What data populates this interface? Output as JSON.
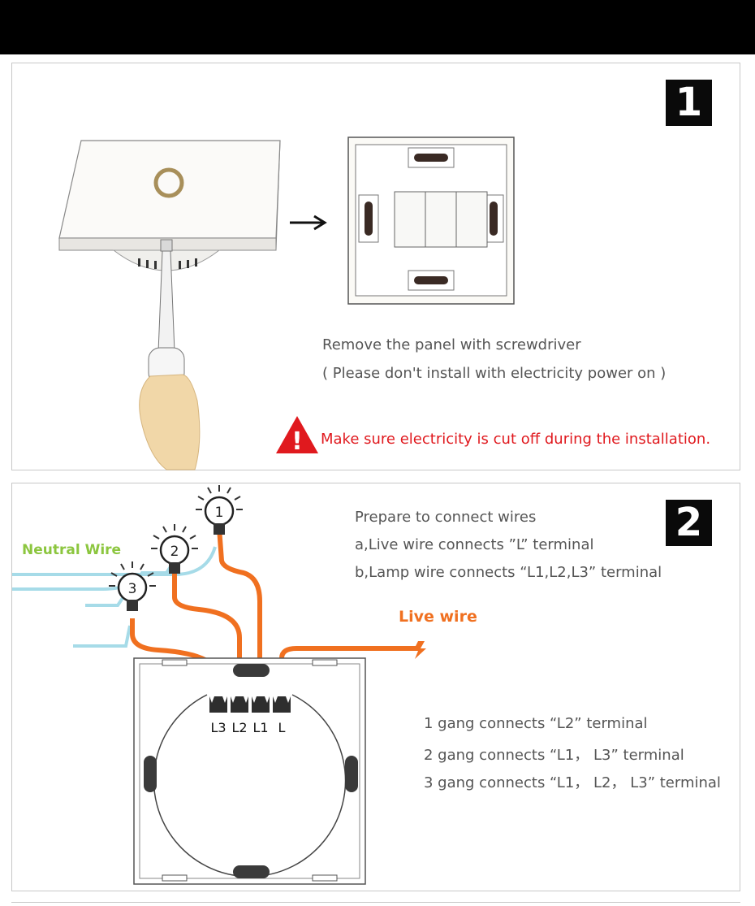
{
  "step1": {
    "number": "1",
    "instruction": "Remove the panel with screwdriver",
    "note": "( Please don't install with electricity power on )",
    "warning_symbol": "!",
    "warning": "Make sure electricity is cut off during the installation.",
    "warning_color": "#e0191e"
  },
  "step2": {
    "number": "2",
    "intro": "Prepare to connect wires",
    "line_a": "a,Live wire connects ”L” terminal",
    "line_b": "b,Lamp wire connects “L1,L2,L3” terminal",
    "neutral_label": "Neutral Wire",
    "live_label": "Live wire",
    "bulbs": [
      "1",
      "2",
      "3"
    ],
    "terminals": [
      "L3",
      "L2",
      "L1",
      "L"
    ],
    "gang_1": "1 gang connects “L2” terminal",
    "gang_2": "2 gang connects “L1， L3” terminal",
    "gang_3": "3 gang connects “L1， L2， L3” terminal",
    "neutral_color": "#a6dbe8",
    "live_color": "#f07020"
  }
}
